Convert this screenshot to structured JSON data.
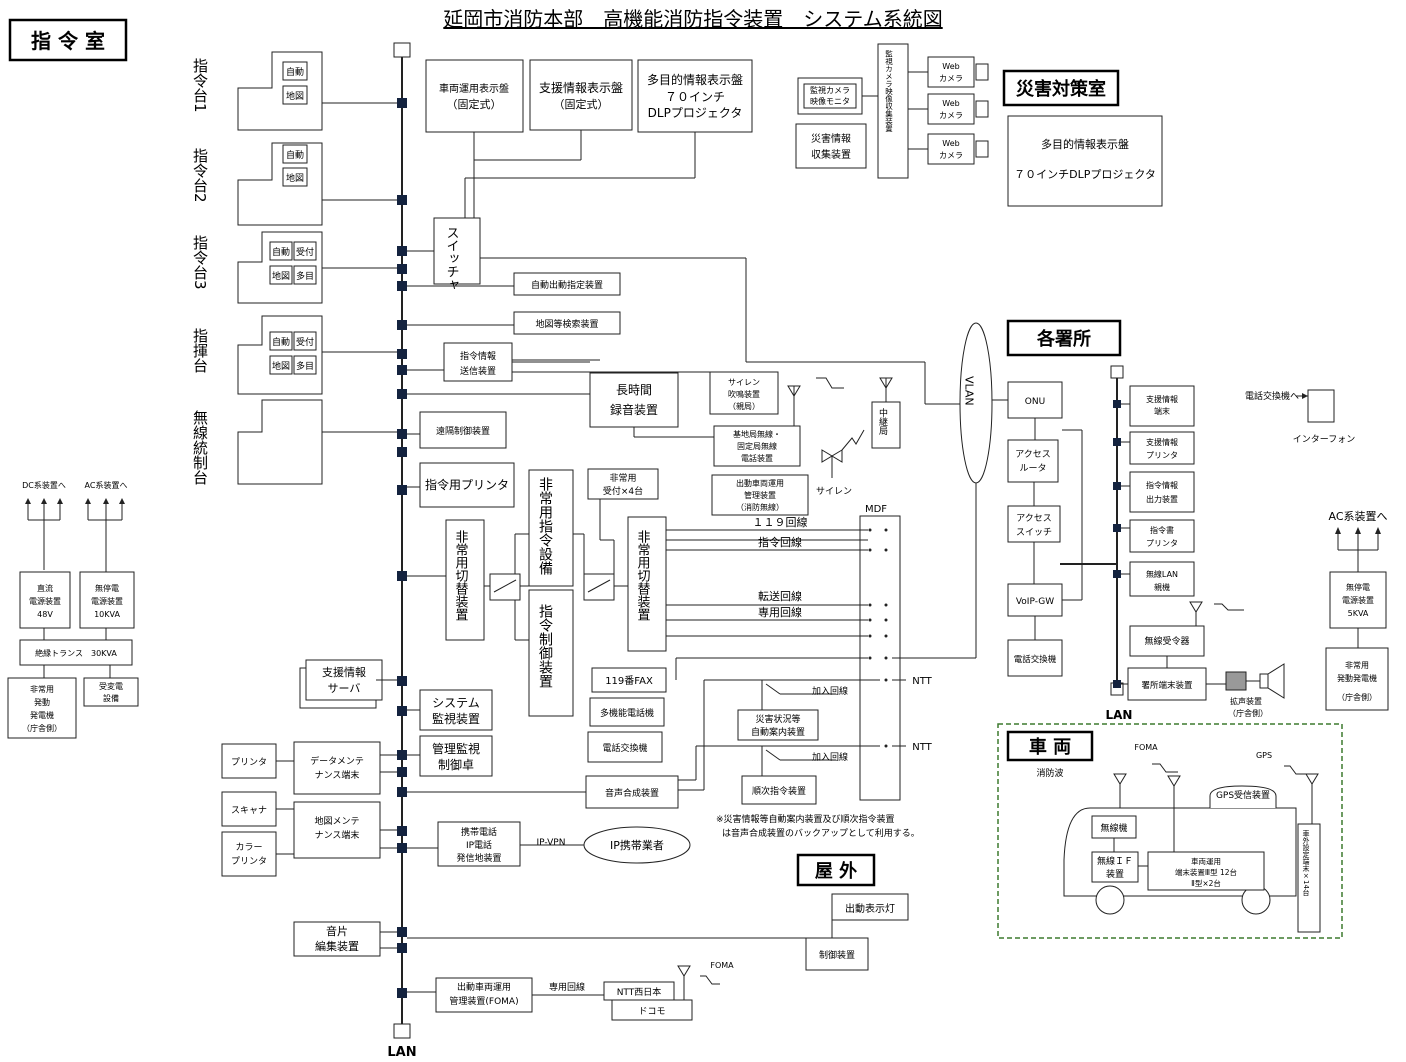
{
  "title": "延岡市消防本部　高機能消防指令装置　システム系統図",
  "sections": {
    "command_room": "指 令 室",
    "disaster_room": "災害対策室",
    "stations": "各署所",
    "outdoor": "屋 外",
    "vehicle": "車 両"
  },
  "lan_label": "LAN",
  "consoles": {
    "c1": "指令台1",
    "c2": "指令台2",
    "c3": "指令台3",
    "c4": "指揮台",
    "c5": "無線統制台",
    "auto": "自動",
    "map": "地図",
    "recv": "受付",
    "multi": "多目"
  },
  "top_boxes": {
    "vehicle_display": [
      "車両運用表示盤",
      "（固定式）"
    ],
    "support_display": [
      "支援情報表示盤",
      "（固定式）"
    ],
    "multi_display": [
      "多目的情報表示盤",
      "７０インチ",
      "DLPプロジェクタ"
    ]
  },
  "center": {
    "switcher": "スイッチャ",
    "auto_dispatch": "自動出動指定装置",
    "map_search": "地図等検索装置",
    "cmd_info_send": [
      "指令情報",
      "送信装置"
    ],
    "long_rec": [
      "長時間",
      "録音装置"
    ],
    "remote_ctrl": "遠隔制御装置",
    "cmd_printer": "指令用プリンタ",
    "emerg_switch_l": "非常用切替装置",
    "emerg_cmd": "非常用指令設備",
    "cmd_ctrl": "指令制御装置",
    "emerg_recv": [
      "非常用",
      "受付×4台"
    ],
    "emerg_switch_r": "非常用切替装置",
    "siren_box": [
      "サイレン",
      "吹鳴装置",
      "（親局）"
    ],
    "base_radio": [
      "基地局無線・",
      "固定局無線",
      "電話装置"
    ],
    "dispatch_mgr": [
      "出動車両運用",
      "管理装置",
      "（消防無線）"
    ],
    "relay": "中継局",
    "siren": "サイレン",
    "fax": "119番FAX",
    "multi_phone": "多機能電話機",
    "phone_exch": "電話交換機",
    "voice_synth": "音声合成装置",
    "disaster_guide": [
      "災害状況等",
      "自動案内装置"
    ],
    "sequential_cmd": "順次指令装置",
    "join_line1": "加入回線",
    "join_line2": "加入回線",
    "note": [
      "※災害情報等自動案内装置及び順次指令装置",
      "は音声合成装置のバックアップとして利用する。"
    ]
  },
  "mdf": {
    "label": "MDF",
    "l119": "１１９回線",
    "lcmd": "指令回線",
    "ltrans": "転送回線",
    "lpriv": "専用回線",
    "ntt1": "NTT",
    "ntt2": "NTT"
  },
  "left_lower": {
    "support_server": [
      "支援情報",
      "サーバ"
    ],
    "sys_monitor": [
      "システム",
      "監視装置"
    ],
    "mgmt_console": [
      "管理監視",
      "制御卓"
    ],
    "printer": "プリンタ",
    "data_maint": [
      "データメンテ",
      "ナンス端末"
    ],
    "scanner": "スキャナ",
    "map_maint": [
      "地図メンテ",
      "ナンス端末"
    ],
    "color_printer": [
      "カラー",
      "プリンタ"
    ],
    "mobile_ip": [
      "携帯電話",
      "IP電話",
      "発信地装置"
    ],
    "ipvpn": "IP-VPN",
    "ip_carrier": "IP携帯業者",
    "sound_edit": [
      "音片",
      "編集装置"
    ],
    "dispatch_foma": [
      "出動車両運用",
      "管理装置(FOMA)"
    ],
    "private_line": "専用回線",
    "ntt_west": "NTT西日本",
    "docomo": "ドコモ",
    "foma": "FOMA"
  },
  "outdoor": {
    "dispatch_lamp": "出動表示灯",
    "ctrl_unit": "制御装置"
  },
  "disaster": {
    "cam_monitor": [
      "監視カメラ",
      "映像モニタ"
    ],
    "cam_collect": "監視カメラ映像収集装置",
    "web_cam": [
      "Web",
      "カメラ"
    ],
    "info_collect": [
      "災害情報",
      "収集装置"
    ],
    "multi_display": [
      "多目的情報表示盤",
      "７０インチDLPプロジェクタ"
    ]
  },
  "station": {
    "vlan": "VLAN",
    "onu": "ONU",
    "access_router": [
      "アクセス",
      "ルータ"
    ],
    "access_switch": [
      "アクセス",
      "スイッチ"
    ],
    "voip_gw": "VoIP-GW",
    "phone_exch": "電話交換機",
    "support_term": [
      "支援情報",
      "端末"
    ],
    "support_printer": [
      "支援情報",
      "プリンタ"
    ],
    "cmd_output": [
      "指令情報",
      "出力装置"
    ],
    "cmd_printer": [
      "指令書",
      "プリンタ"
    ],
    "wlan": [
      "無線LAN",
      "親機"
    ],
    "radio_recv": "無線受令器",
    "station_term": "署所端末装置",
    "speaker": [
      "拡声装置",
      "（庁舎側）"
    ],
    "phone_to": "電話交換機へ",
    "interphone": "インターフォン",
    "lan": "LAN"
  },
  "power_left": {
    "dc_to": "DC系装置へ",
    "ac_to": "AC系装置へ",
    "dc_supply": [
      "直流",
      "電源装置",
      "48V"
    ],
    "ups": [
      "無停電",
      "電源装置",
      "10KVA"
    ],
    "trans": "絶縁トランス　30KVA",
    "gen": [
      "非常用",
      "発動",
      "発電機",
      "（庁舎側）"
    ],
    "substation": [
      "受変電",
      "設備"
    ]
  },
  "power_right": {
    "ac_to": "AC系装置へ",
    "ups": [
      "無停電",
      "電源装置",
      "5KVA"
    ],
    "gen": [
      "非常用",
      "発動発電機",
      "（庁舎側）"
    ]
  },
  "vehicle": {
    "fire_wave": "消防波",
    "foma": "FOMA",
    "gps": "GPS",
    "gps_recv": "GPS受信装置",
    "radio": "無線機",
    "radio_if": [
      "無線ＩＦ",
      "装置"
    ],
    "terminal": [
      "車両運用",
      "端末装置Ⅲ型 12台",
      "Ⅱ型×2台"
    ],
    "fixed": "車外設定端末×14台"
  }
}
